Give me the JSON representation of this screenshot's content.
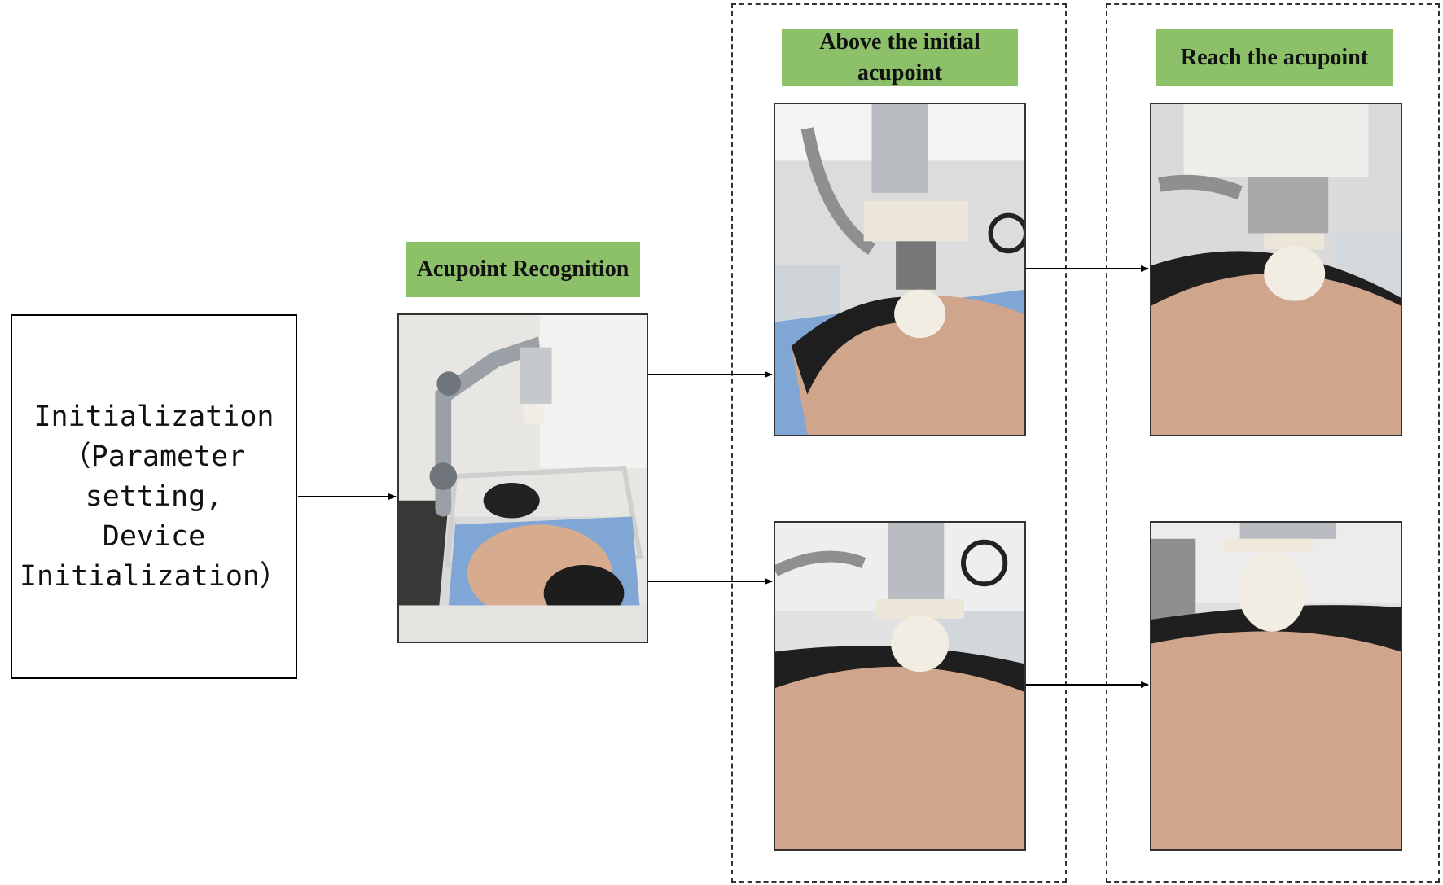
{
  "init_box": {
    "text": "Initialization\n（Parameter\nsetting,\nDevice\nInitialization）"
  },
  "labels": {
    "recognition": "Acupoint Recognition",
    "above_initial": "Above the initial acupoint",
    "reach": "Reach the acupoint"
  },
  "photos": {
    "recognition": "robot arm above patient lying prone on bed",
    "above_top": "robot end-effector above patient's back",
    "above_bottom": "robot end-effector above patient's back",
    "reach_top": "end-effector in contact with back",
    "reach_bottom": "end-effector in contact with back"
  },
  "colors": {
    "label_green": "#8cc069",
    "line": "#000000",
    "skin": "#cfa58c",
    "bed_blue": "#7fa6d4"
  }
}
